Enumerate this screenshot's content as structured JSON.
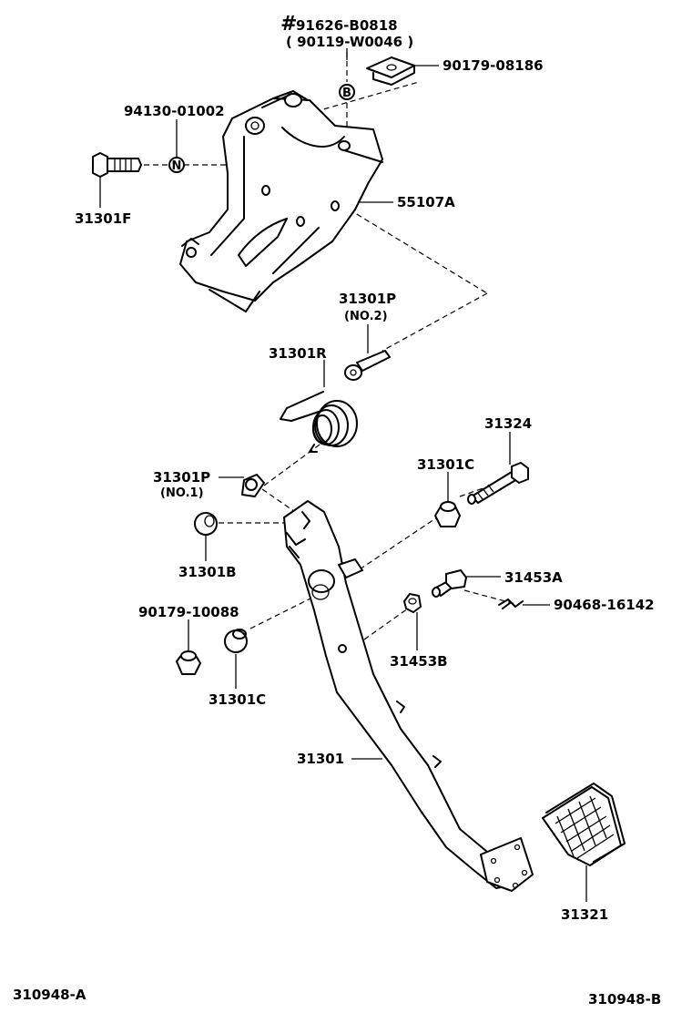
{
  "parts": {
    "bracket_bolt_std": "91626-B0818",
    "bracket_bolt_alt": "( 90119-W0046 )",
    "bracket_bolt_marker": "B",
    "bracket_bolt_mark": "#",
    "nut_top": "90179-08186",
    "nut_n": "94130-01002",
    "nut_n_marker": "N",
    "bolt_left": "31301F",
    "bracket": "55107A",
    "pin_no2": "31301P",
    "pin_no2_sub": "(NO.2)",
    "spring": "31301R",
    "bolt_31324": "31324",
    "bush_no1": "31301P",
    "bush_no1_sub": "(NO.1)",
    "collar_right": "31301C",
    "collar_left_b": "31301B",
    "stopper_a": "31453A",
    "clip": "90468-16142",
    "nut_lower": "90179-10088",
    "stopper_b": "31453B",
    "collar_lower": "31301C",
    "pedal_arm": "31301",
    "pedal_pad": "31321"
  },
  "footer": {
    "left_code": "310948-A",
    "right_code": "310948-B"
  }
}
